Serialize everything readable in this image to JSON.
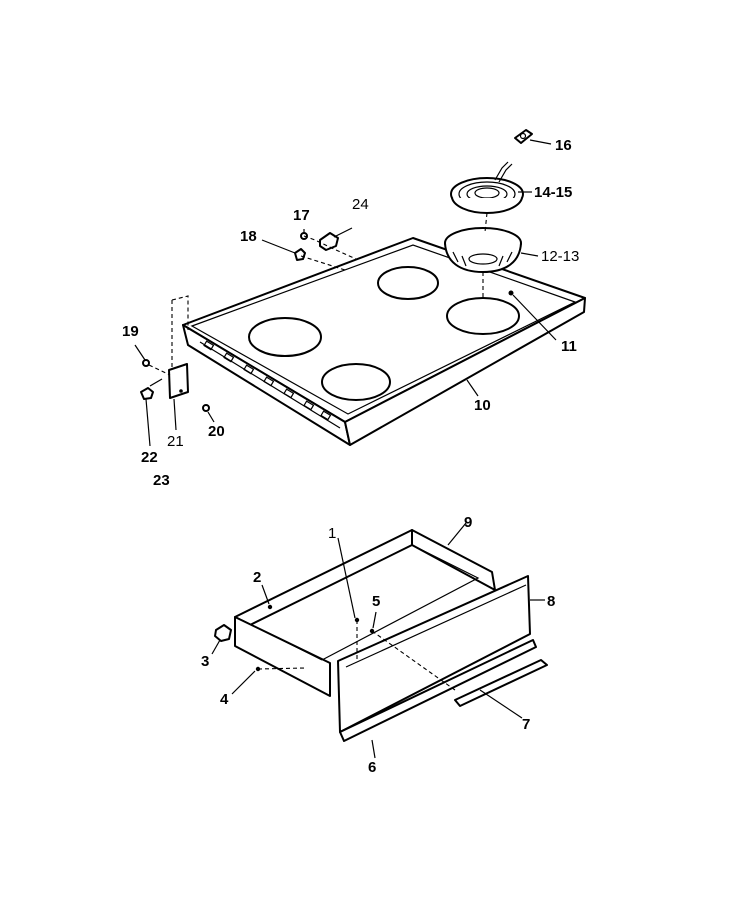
{
  "callouts": {
    "c1": "1",
    "c2": "2",
    "c3": "3",
    "c4": "4",
    "c5": "5",
    "c6": "6",
    "c7": "7",
    "c8": "8",
    "c9": "9",
    "c10": "10",
    "c11": "11",
    "c12_13": "12-13",
    "c14_15": "14-15",
    "c16": "16",
    "c17": "17",
    "c18": "18",
    "c19": "19",
    "c20": "20",
    "c21": "21",
    "c22": "22",
    "c23": "23",
    "c24": "24"
  }
}
